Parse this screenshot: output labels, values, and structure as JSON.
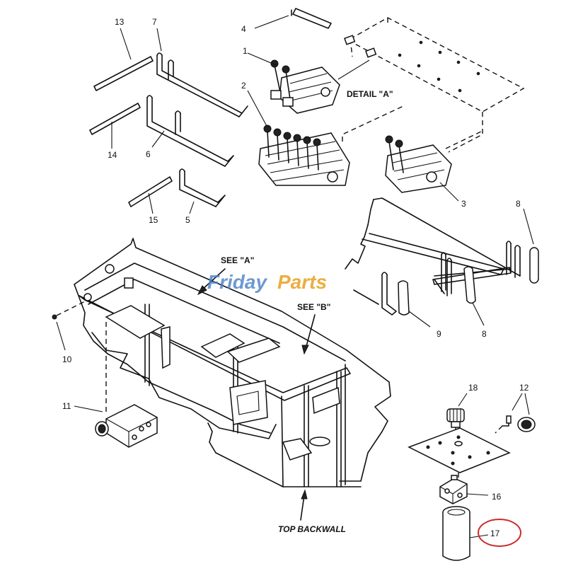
{
  "callouts": {
    "n1": "1",
    "n2": "2",
    "n3": "3",
    "n4": "4",
    "n5": "5",
    "n6": "6",
    "n7": "7",
    "n8a": "8",
    "n8b": "8",
    "n9": "9",
    "n10": "10",
    "n11": "11",
    "n12": "12",
    "n13": "13",
    "n14": "14",
    "n15": "15",
    "n16": "16",
    "n17": "17",
    "n18": "18"
  },
  "labels": {
    "detail_a": "DETAIL \"A\"",
    "see_a": "SEE \"A\"",
    "see_b": "SEE \"B\"",
    "top_backwall": "TOP BACKWALL"
  },
  "watermark": {
    "part1": "Friday",
    "part2": "Parts",
    "colors": {
      "friday": "#4a80c8",
      "parts": "#e8a020"
    }
  },
  "highlight": {
    "circled_callout": "17",
    "color": "#cc2b2b"
  }
}
